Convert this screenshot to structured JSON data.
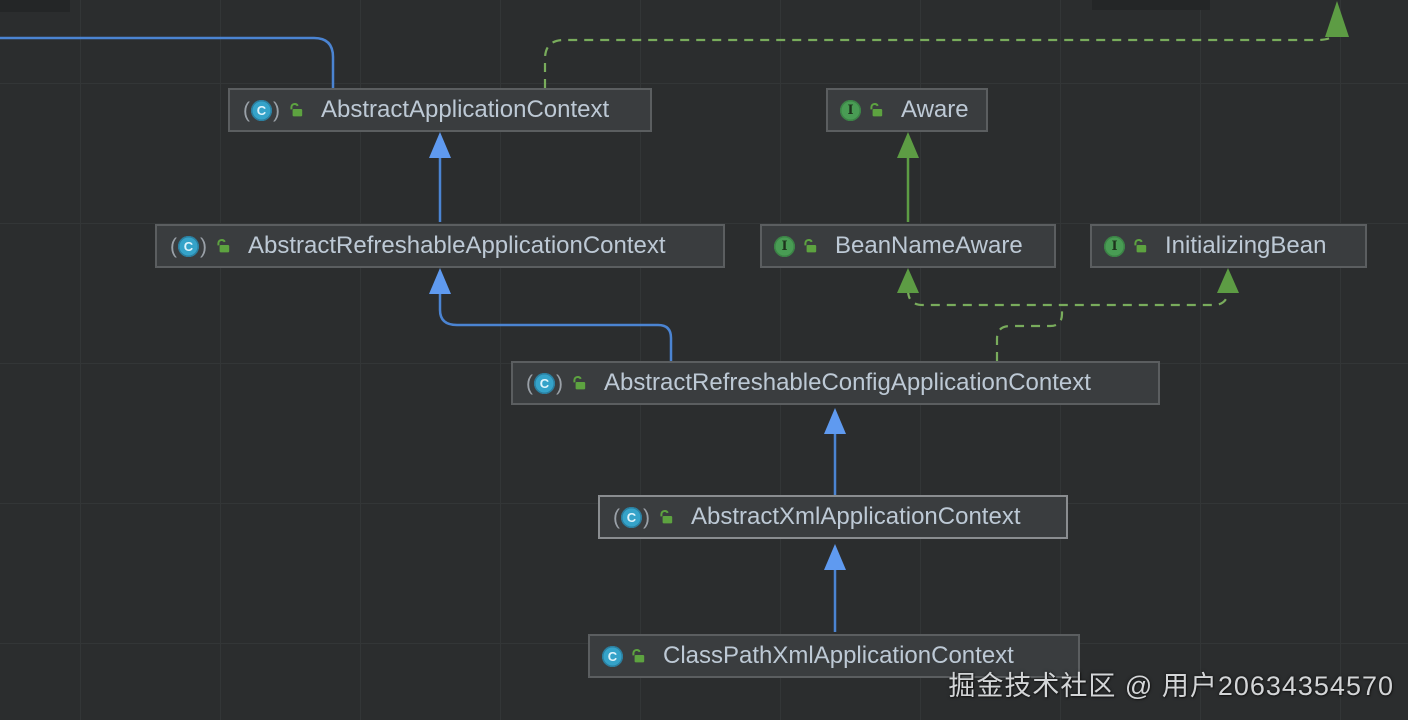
{
  "diagram": {
    "nodes": [
      {
        "label": "AbstractApplicationContext",
        "kind": "abstract-class"
      },
      {
        "label": "Aware",
        "kind": "interface"
      },
      {
        "label": "AbstractRefreshableApplicationContext",
        "kind": "abstract-class"
      },
      {
        "label": "BeanNameAware",
        "kind": "interface"
      },
      {
        "label": "InitializingBean",
        "kind": "interface"
      },
      {
        "label": "AbstractRefreshableConfigApplicationContext",
        "kind": "abstract-class"
      },
      {
        "label": "AbstractXmlApplicationContext",
        "kind": "abstract-class",
        "selected": true
      },
      {
        "label": "ClassPathXmlApplicationContext",
        "kind": "class"
      }
    ],
    "edges": [
      {
        "from": "off-screen-left",
        "to": "AbstractApplicationContext",
        "type": "extends"
      },
      {
        "from": "AbstractRefreshableApplicationContext",
        "to": "AbstractApplicationContext",
        "type": "extends"
      },
      {
        "from": "AbstractRefreshableConfigApplicationContext",
        "to": "AbstractRefreshableApplicationContext",
        "type": "extends"
      },
      {
        "from": "AbstractXmlApplicationContext",
        "to": "AbstractRefreshableConfigApplicationContext",
        "type": "extends"
      },
      {
        "from": "ClassPathXmlApplicationContext",
        "to": "AbstractXmlApplicationContext",
        "type": "extends"
      },
      {
        "from": "BeanNameAware",
        "to": "Aware",
        "type": "extends-interface"
      },
      {
        "from": "AbstractRefreshableConfigApplicationContext",
        "to": "BeanNameAware",
        "type": "implements"
      },
      {
        "from": "AbstractRefreshableConfigApplicationContext",
        "to": "InitializingBean",
        "type": "implements"
      },
      {
        "from": "AbstractApplicationContext",
        "to": "off-screen-top-right",
        "type": "implements"
      }
    ],
    "icons": {
      "class_letter": "C",
      "interface_letter": "I",
      "paren_open": "(",
      "paren_close": ")",
      "lock": "unlocked-padlock-icon"
    },
    "colors": {
      "background": "#2b2d2e",
      "grid_line": "#333637",
      "node_bg": "#3a3d3f",
      "node_border": "#5b5e60",
      "node_border_selected": "#8a8d90",
      "node_label": "#bdc9d5",
      "extends_edge": "#4b84d2",
      "extends_arrow": "#5f9af0",
      "interface_extends_edge": "#5d9c44",
      "implements_edge": "#79ac5c",
      "class_icon": "#35a3c9",
      "interface_icon": "#499c54",
      "lock_icon": "#5da340"
    }
  },
  "watermark": {
    "text": "掘金技术社区 @ 用户20634354570"
  }
}
